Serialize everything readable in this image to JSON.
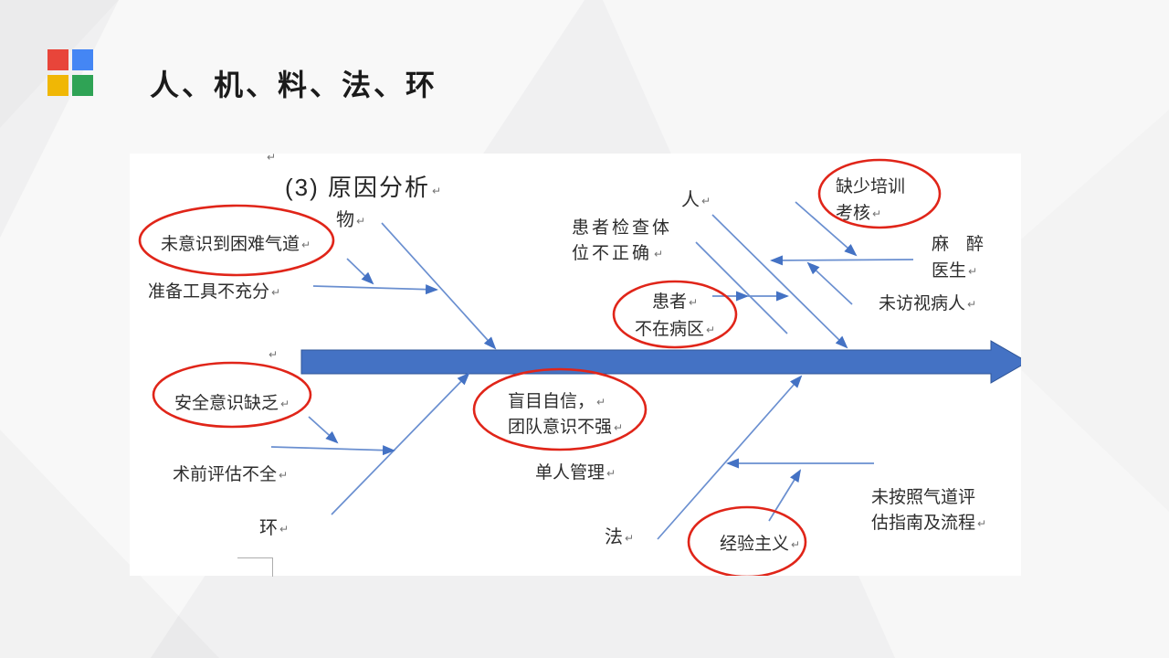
{
  "slide": {
    "title": "人、机、料、法、环",
    "return_mark": "↵",
    "logo_colors": {
      "top_left": "#e8453a",
      "top_right": "#4486f4",
      "bottom_left": "#f0b705",
      "bottom_right": "#2fa355"
    }
  },
  "diagram": {
    "heading": "(3) 原因分析",
    "colors": {
      "spine": "#4472c4",
      "branch_line": "#6a8fd0",
      "highlight_ellipse": "#e02519",
      "text": "#2d2d2d"
    },
    "categories": {
      "material": "物",
      "person": "人",
      "environment": "环",
      "method": "法"
    },
    "causes": {
      "unaware_difficult_airway": "未意识到困难气道",
      "tools_insufficient": "准备工具不充分",
      "patient_position_line1": "患者检查体",
      "patient_position_line2": "位不正确",
      "lack_training_line1": "缺少培训",
      "lack_training_line2": "考核",
      "anesthesia_line1": "麻　醉",
      "anesthesia_line2": "医生",
      "not_visit_patient": "未访视病人",
      "patient_line1": "患者",
      "patient_line2": "不在病区",
      "lack_safety_awareness": "安全意识缺乏",
      "overconfidence_line1": "盲目自信，",
      "overconfidence_line2": "团队意识不强",
      "preop_eval_incomplete": "术前评估不全",
      "single_person_management": "单人管理",
      "empiricism": "经验主义",
      "guideline_line1": "未按照气道评",
      "guideline_line2": "估指南及流程"
    }
  }
}
